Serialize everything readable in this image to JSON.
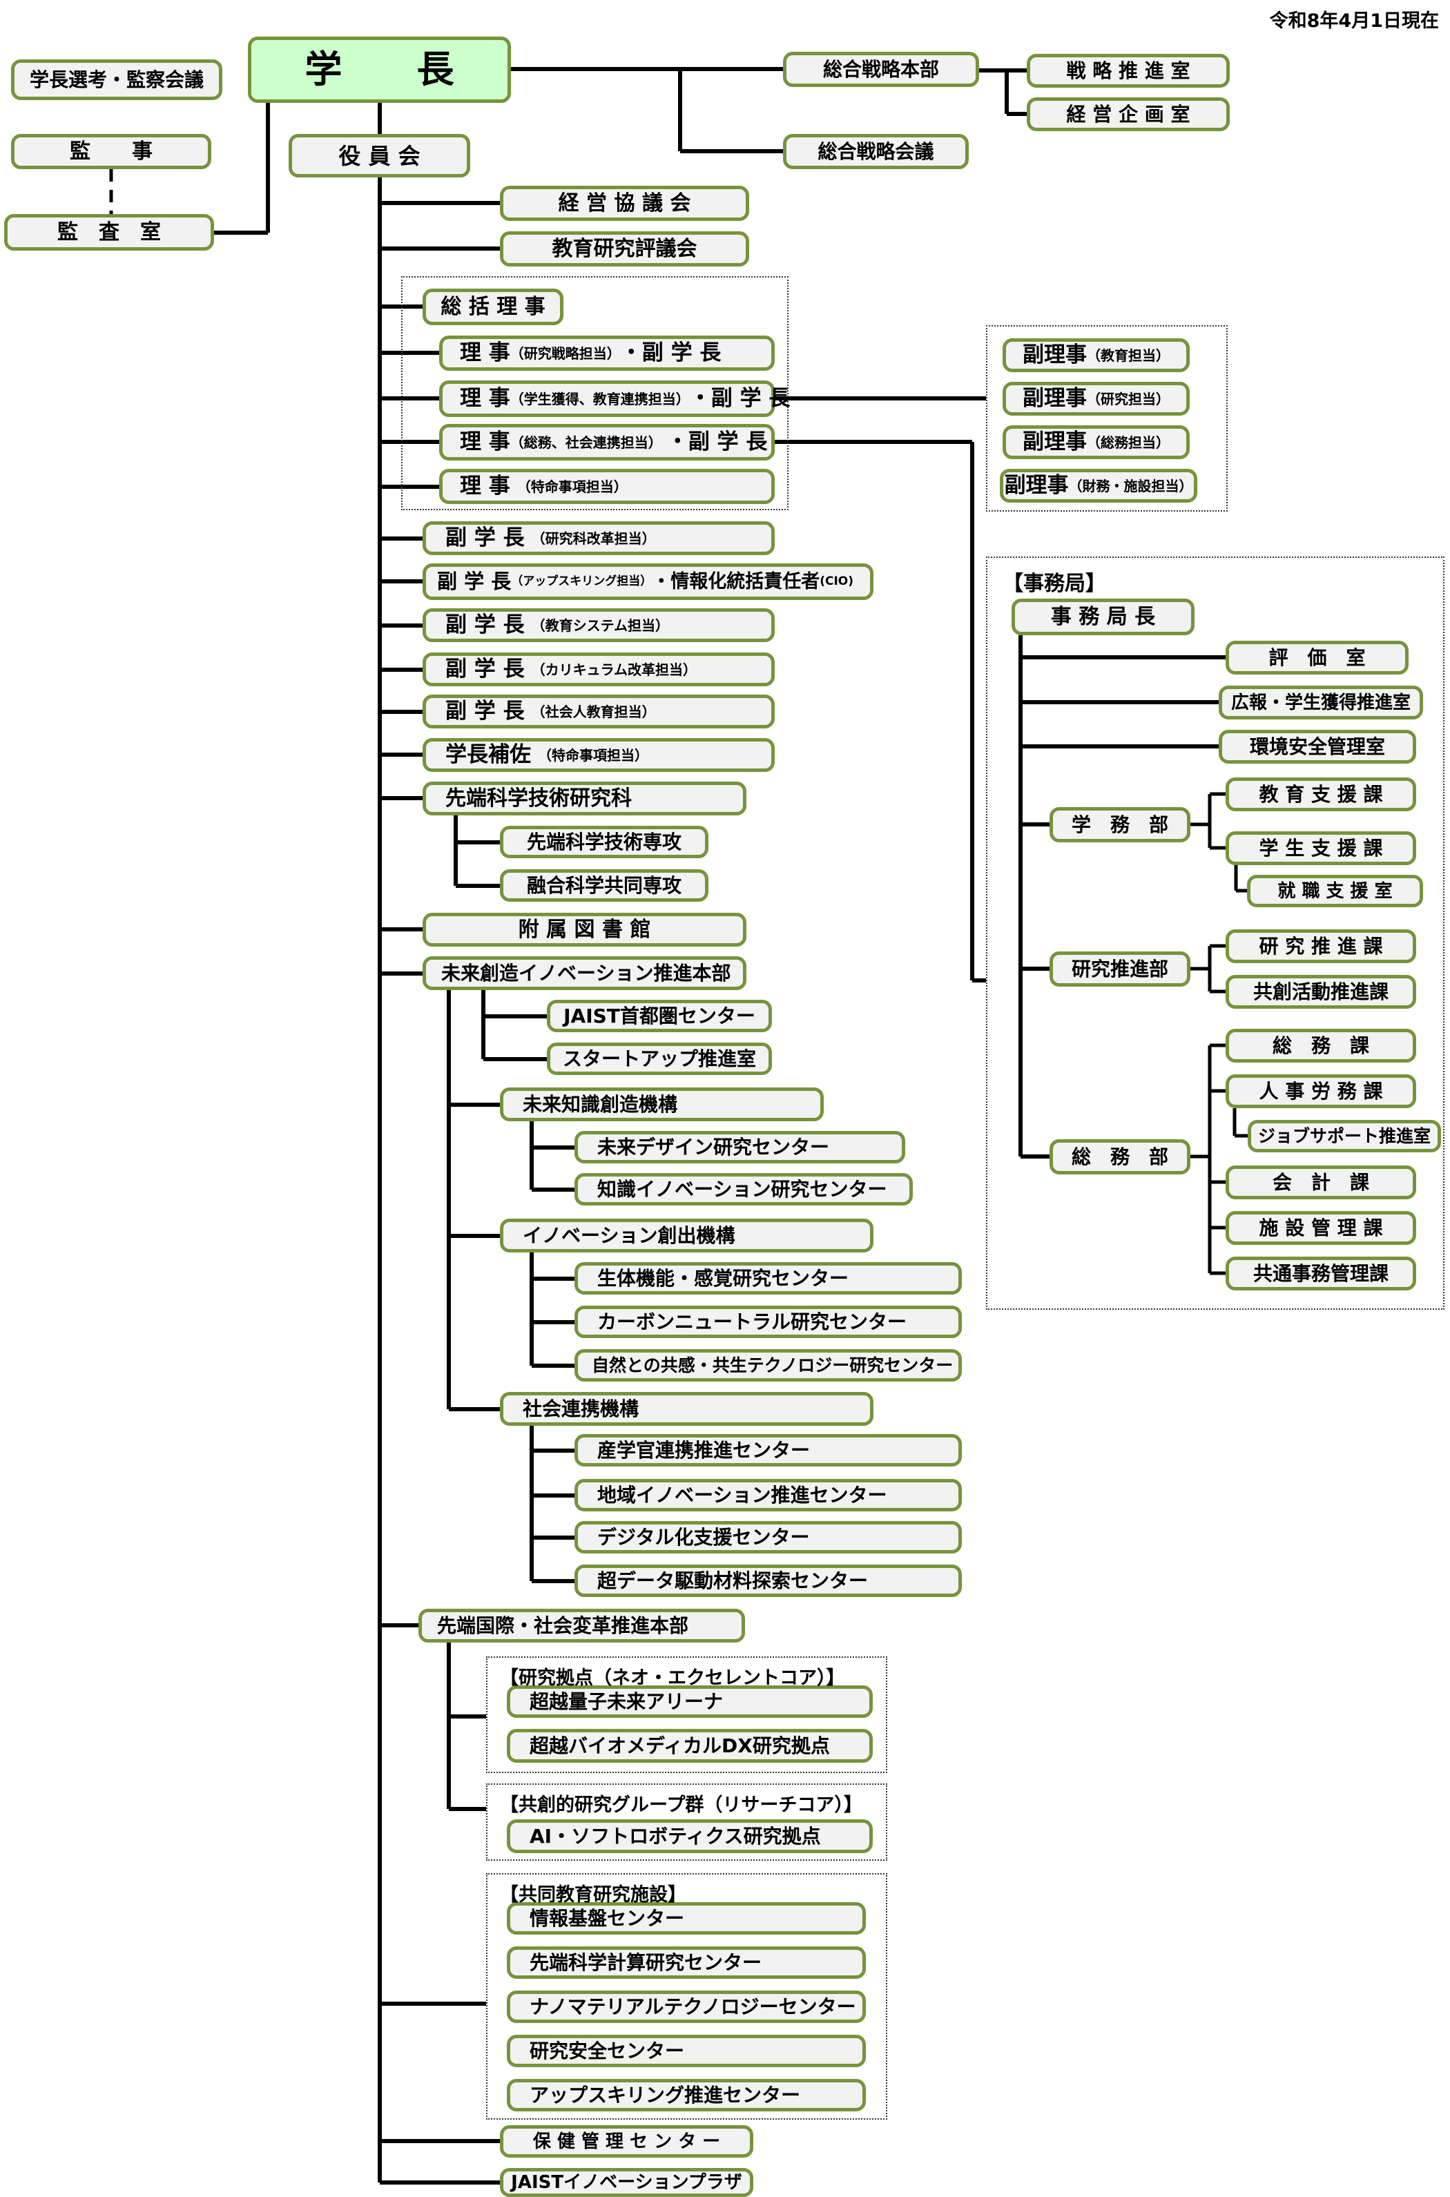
{
  "meta": {
    "as_of": "令和8年4月1日現在"
  },
  "groups": {
    "directors": {
      "label": ""
    },
    "deputy_directors": {
      "label": ""
    },
    "admin_bureau": {
      "label": "【事務局】"
    },
    "neo_core": {
      "label": "【研究拠点（ネオ・エクセレントコア）】"
    },
    "research_core": {
      "label": "【共創的研究グループ群（リサーチコア）】"
    },
    "joint_facilities": {
      "label": "【共同教育研究施設】"
    }
  },
  "nodes": {
    "senko": {
      "label": "学長選考・監察会議"
    },
    "gakucho": {
      "label": "学　　長"
    },
    "kanji": {
      "label": "監　　事"
    },
    "yakuinkai": {
      "label": "役 員 会"
    },
    "kansashitsu": {
      "label": "監　査　室"
    },
    "sogo_honbu": {
      "label": "総合戦略本部"
    },
    "senryaku_suishin": {
      "label": "戦 略 推 進 室"
    },
    "keiei_kikaku": {
      "label": "経 営 企 画 室"
    },
    "sogo_kaigi": {
      "label": "総合戦略会議"
    },
    "keiei_kyogikai": {
      "label": "経 営 協 議 会"
    },
    "kyoiku_hyogikai": {
      "label": "教育研究評議会"
    },
    "sokatsu_riji": {
      "label": "総 括 理 事"
    },
    "riji1": {
      "a": "理 事",
      "b": "（研究戦略担当）",
      "c": "・副 学 長"
    },
    "riji2": {
      "a": "理 事",
      "b": "（学生獲得、教育連携担当）",
      "c": "・副 学 長"
    },
    "riji3": {
      "a": "理 事",
      "b": "（総務、社会連携担当） ",
      "c": "・副 学 長"
    },
    "riji4": {
      "a": "理 事",
      "b": "　（特命事項担当）"
    },
    "fukuriji1": {
      "a": "副理事",
      "b": "（教育担当）"
    },
    "fukuriji2": {
      "a": "副理事",
      "b": "（研究担当）"
    },
    "fukuriji3": {
      "a": "副理事",
      "b": "（総務担当）"
    },
    "fukuriji4": {
      "a": "副理事",
      "b": "（財務・施設担当）"
    },
    "fukugakucho1": {
      "a": "副 学 長",
      "b": "　（研究科改革担当）"
    },
    "fukugakucho_cio": {
      "a": "副 学 長",
      "b": "（アップスキリング担当）",
      "c": "・情報化統括責任者",
      "d": "(CIO)"
    },
    "fukugakucho2": {
      "a": "副 学 長",
      "b": "　（教育システム担当）"
    },
    "fukugakucho3": {
      "a": "副 学 長",
      "b": "　（カリキュラム改革担当）"
    },
    "fukugakucho4": {
      "a": "副 学 長",
      "b": "　（社会人教育担当）"
    },
    "hosa": {
      "a": "学長補佐",
      "b": "　（特命事項担当）"
    },
    "kenkyuka": {
      "label": "先端科学技術研究科"
    },
    "senko_major1": {
      "label": "先端科学技術専攻"
    },
    "senko_major2": {
      "label": "融合科学共同専攻"
    },
    "toshokan": {
      "label": "附 属 図 書 館"
    },
    "mirai_honbu": {
      "label": "未来創造イノベーション推進本部"
    },
    "shutoken": {
      "label": "JAIST首都圏センター"
    },
    "startup": {
      "label": "スタートアップ推進室"
    },
    "mirai_kiko": {
      "label": "未来知識創造機構"
    },
    "mirai_design": {
      "label": "未来デザイン研究センター"
    },
    "chishiki_innov": {
      "label": "知識イノベーション研究センター"
    },
    "innov_kiko": {
      "label": "イノベーション創出機構"
    },
    "seitai": {
      "label": "生体機能・感覚研究センター"
    },
    "carbon": {
      "label": "カーボンニュートラル研究センター"
    },
    "shizen": {
      "label": "自然との共感・共生テクノロジー研究センター"
    },
    "shakai_kiko": {
      "label": "社会連携機構"
    },
    "sangakukan": {
      "label": "産学官連携推進センター"
    },
    "chiiki": {
      "label": "地域イノベーション推進センター"
    },
    "digital": {
      "label": "デジタル化支援センター"
    },
    "chodata": {
      "label": "超データ駆動材料探索センター"
    },
    "sentan_kokusai": {
      "label": "先端国際・社会変革推進本部"
    },
    "choetsu_ryoshi": {
      "label": "超越量子未来アリーナ"
    },
    "choetsu_bio": {
      "label": "超越バイオメディカルDX研究拠点"
    },
    "ai_soft": {
      "label": "AI・ソフトロボティクス研究拠点"
    },
    "joho_kiban": {
      "label": "情報基盤センター"
    },
    "sentan_keisan": {
      "label": "先端科学計算研究センター"
    },
    "nano": {
      "label": "ナノマテリアルテクノロジーセンター"
    },
    "kenkyu_anzen": {
      "label": "研究安全センター"
    },
    "upskill": {
      "label": "アップスキリング推進センター"
    },
    "hoken": {
      "label": "保 健 管 理 セ ン タ ー"
    },
    "plaza": {
      "label": "JAISTイノベーションプラザ"
    },
    "jimukyokucho": {
      "label": "事 務 局 長"
    },
    "hyoka": {
      "label": "評　価　室"
    },
    "koho": {
      "label": "広報・学生獲得推進室"
    },
    "kankyo": {
      "label": "環境安全管理室"
    },
    "gakumu_bu": {
      "label": "学　務　部"
    },
    "kyoiku_shien": {
      "label": "教 育 支 援 課"
    },
    "gakusei_shien": {
      "label": "学 生 支 援 課"
    },
    "shushoku": {
      "label": "就 職 支 援 室"
    },
    "kenkyu_bu": {
      "label": "研究推進部"
    },
    "kenkyu_ka": {
      "label": "研 究 推 進 課"
    },
    "kyoso_ka": {
      "label": "共創活動推進課"
    },
    "somu_bu": {
      "label": "総　務　部"
    },
    "somu_ka": {
      "label": "総　務　課"
    },
    "jinji": {
      "label": "人 事 労 務 課"
    },
    "jobsupport": {
      "label": "ジョブサポート推進室"
    },
    "kaikei": {
      "label": "会　計　課"
    },
    "shisetsu": {
      "label": "施 設 管 理 課"
    },
    "kyotsu": {
      "label": "共通事務管理課"
    }
  }
}
